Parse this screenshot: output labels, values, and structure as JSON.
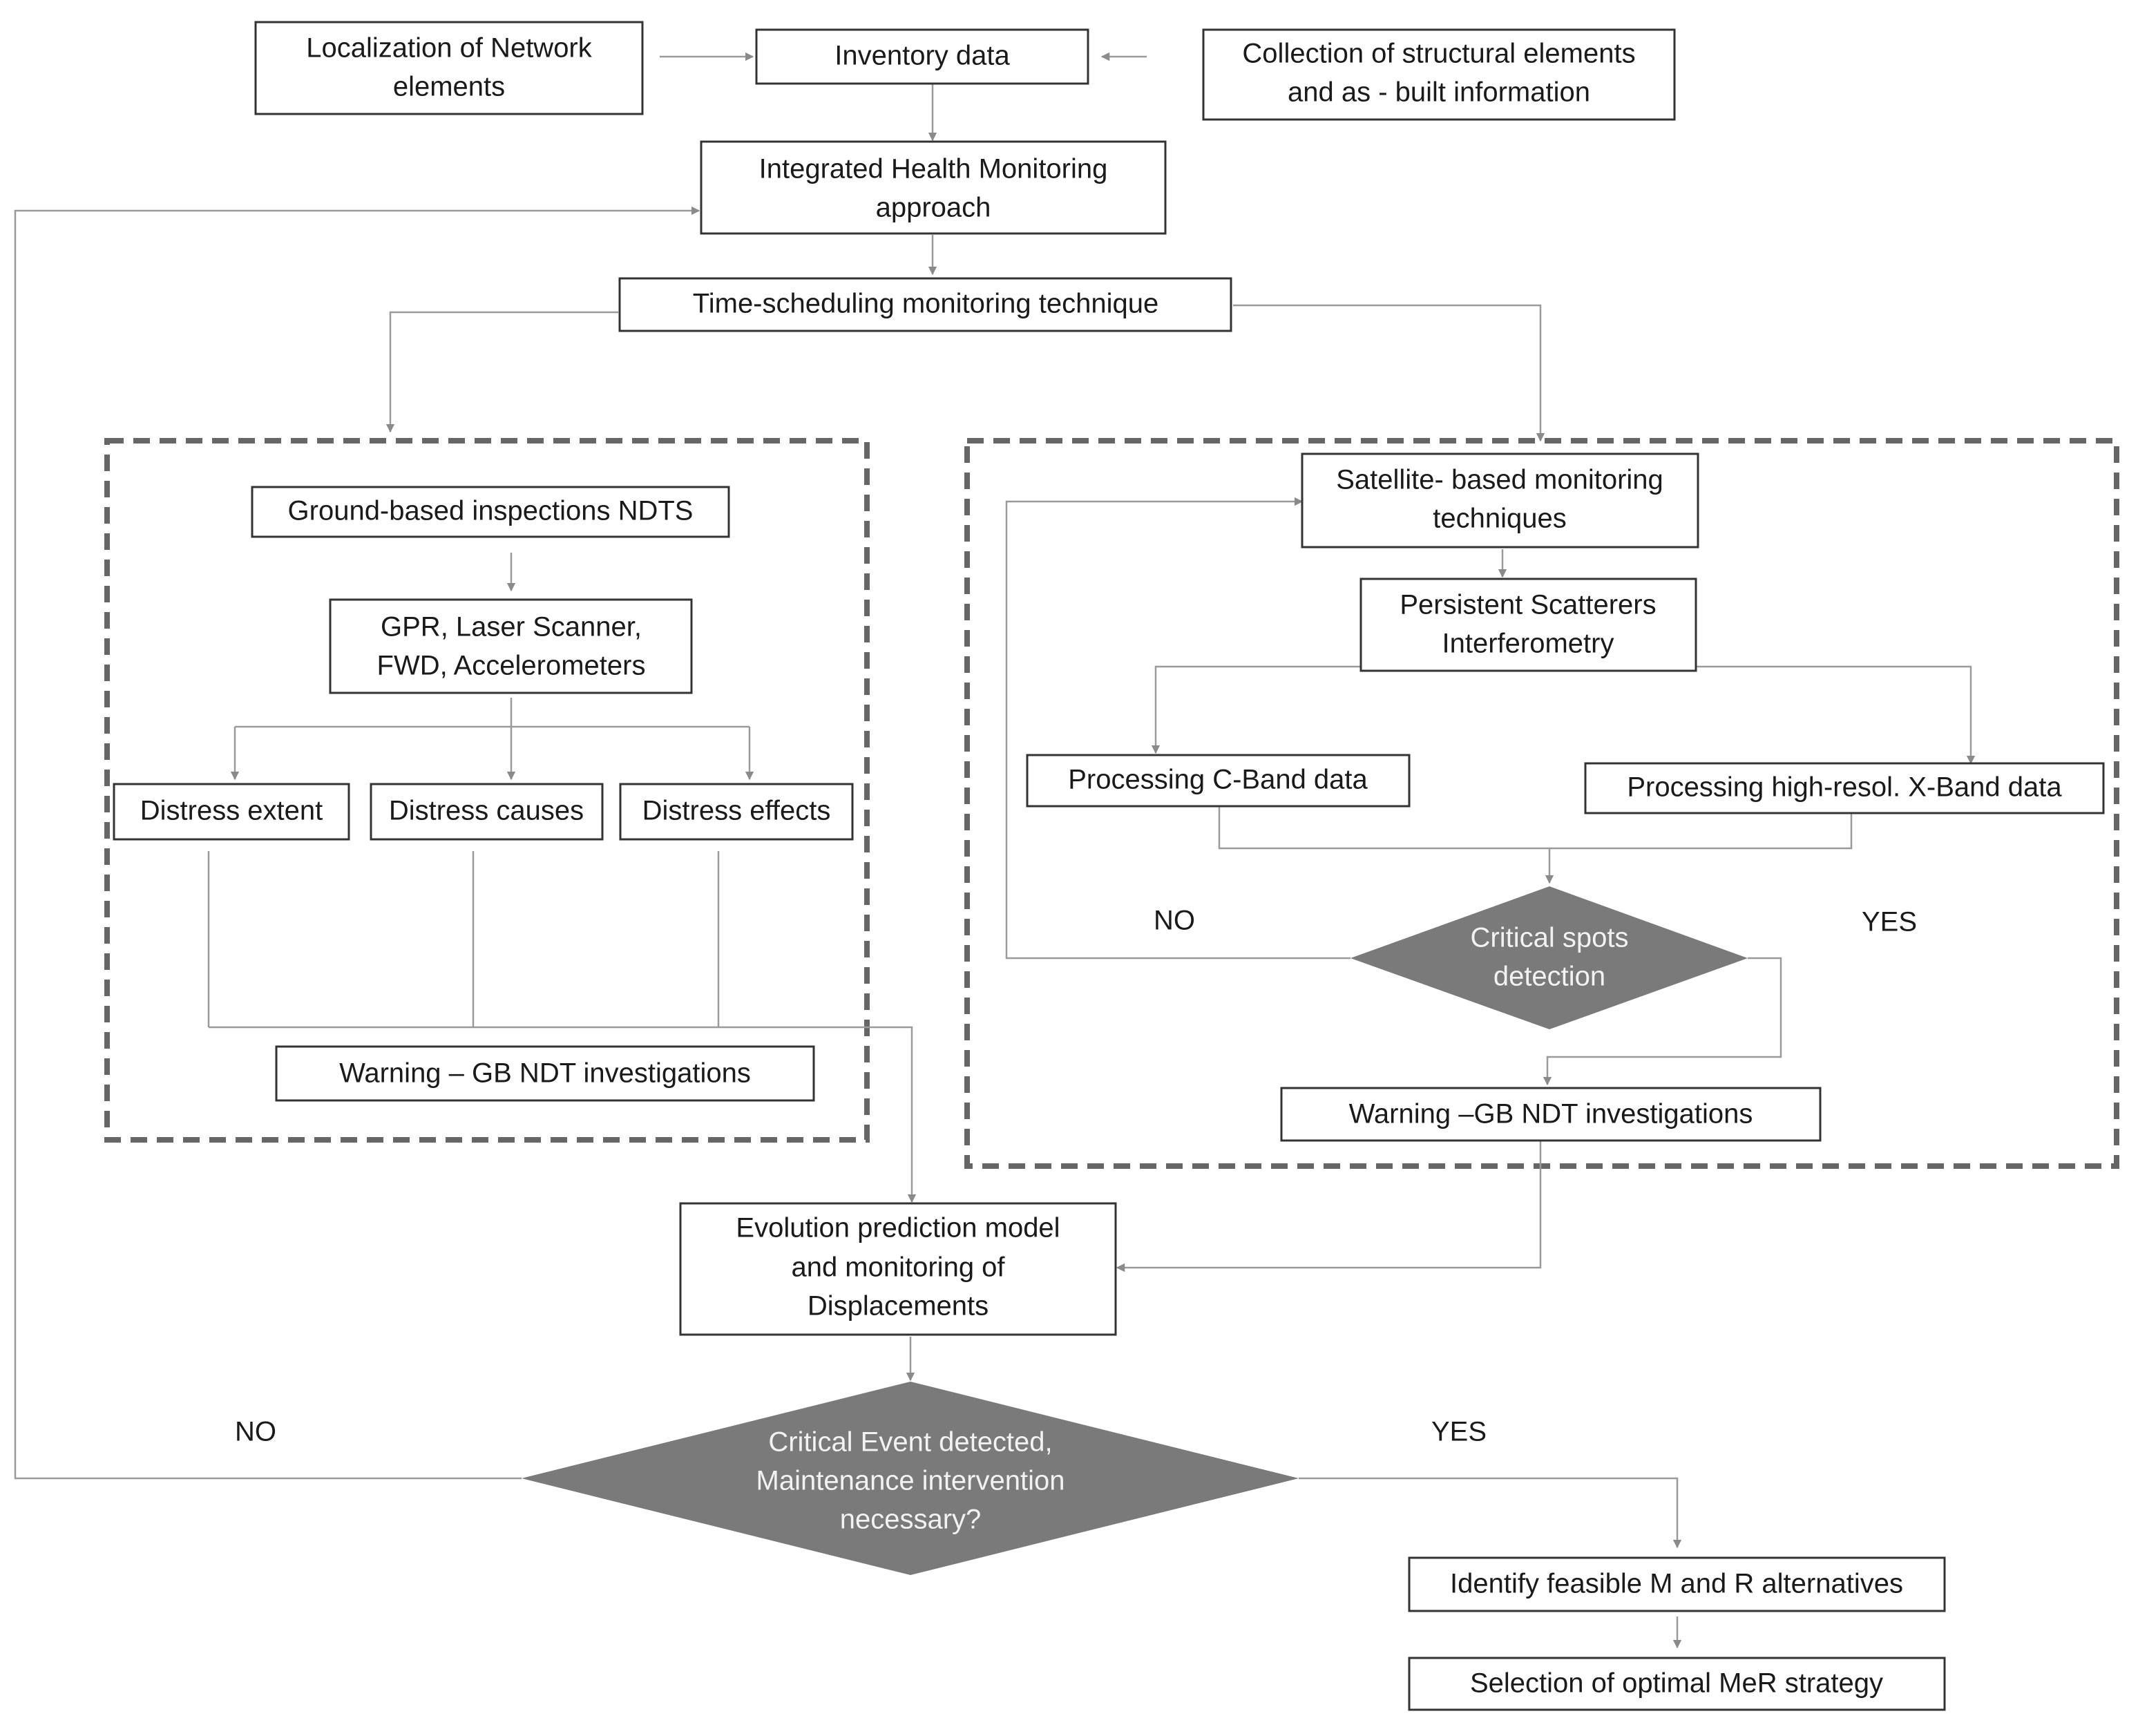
{
  "nodes": {
    "localization": [
      "Localization of Network",
      "elements"
    ],
    "inventory": [
      "Inventory data"
    ],
    "collection": [
      "Collection of structural elements",
      "and as - built information"
    ],
    "integrated": [
      "Integrated Health Monitoring",
      "approach"
    ],
    "time_scheduling": [
      "Time-scheduling monitoring technique"
    ],
    "ground_based": [
      "Ground-based inspections NDTS"
    ],
    "gpr": [
      "GPR, Laser Scanner,",
      "FWD, Accelerometers"
    ],
    "distress_extent": [
      "Distress extent"
    ],
    "distress_causes": [
      "Distress causes"
    ],
    "distress_effects": [
      "Distress effects"
    ],
    "warning_left": [
      "Warning – GB NDT investigations"
    ],
    "satellite": [
      "Satellite- based monitoring",
      "techniques"
    ],
    "persistent": [
      "Persistent Scatterers",
      "Interferometry"
    ],
    "c_band": [
      "Processing C-Band data"
    ],
    "x_band": [
      "Processing high-resol. X-Band data"
    ],
    "critical_spots": [
      "Critical spots",
      "detection"
    ],
    "warning_right": [
      "Warning –GB NDT investigations"
    ],
    "evolution": [
      "Evolution prediction model",
      "and monitoring of",
      "Displacements"
    ],
    "critical_event": [
      "Critical Event detected,",
      "Maintenance intervention",
      "necessary?"
    ],
    "identify": [
      "Identify feasible M and R alternatives"
    ],
    "selection": [
      "Selection of optimal MeR strategy"
    ]
  },
  "labels": {
    "no_upper": "NO",
    "yes_upper": "YES",
    "no_lower": "NO",
    "yes_lower": "YES"
  },
  "colors": {
    "box_stroke": "#333333",
    "diamond_fill": "#7a7a7a",
    "connector": "#9a9a9a",
    "dashed_group": "#666666"
  }
}
